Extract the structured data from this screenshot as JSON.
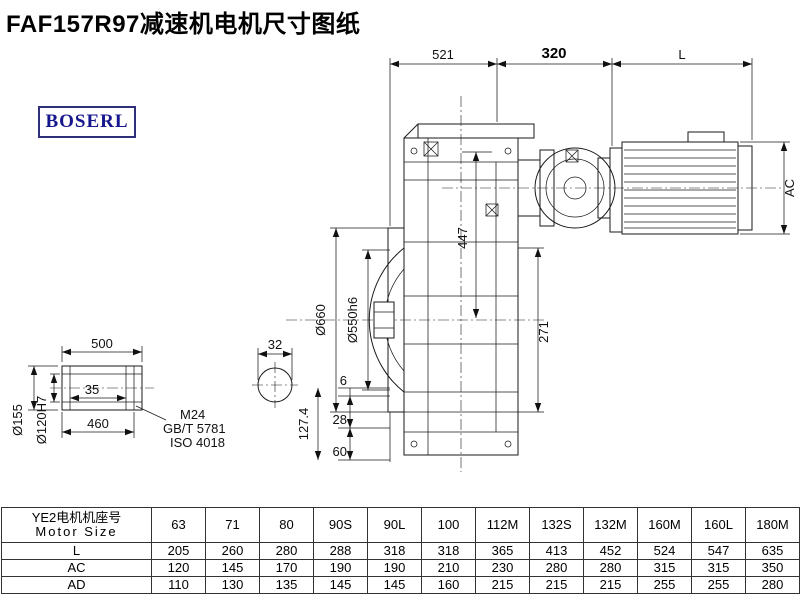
{
  "title": "FAF157R97减速机电机尺寸图纸",
  "logo": {
    "text": "BOSERL"
  },
  "drawing": {
    "dims": {
      "top_521": "521",
      "top_320": "320",
      "top_L": "L",
      "ac": "AC",
      "h447": "447",
      "h271": "271",
      "dia660": "Ø660",
      "dia550": "Ø550h6",
      "shaft_500": "500",
      "shaft_35": "35",
      "shaft_460": "460",
      "dia155": "Ø155",
      "dia120": "Ø120H7",
      "m24": "M24",
      "gbt": "GB/T 5781",
      "iso": "ISO 4018",
      "end_32": "32",
      "b6": "6",
      "b28": "28",
      "b60": "60",
      "b127": "127.4"
    }
  },
  "table": {
    "row_header_line1": "YE2电机机座号",
    "row_header_line2": "Motor Size",
    "sizes": [
      "63",
      "71",
      "80",
      "90S",
      "90L",
      "100",
      "112M",
      "132S",
      "132M",
      "160M",
      "160L",
      "180M"
    ],
    "rows": [
      {
        "label": "L",
        "values": [
          "205",
          "260",
          "280",
          "288",
          "318",
          "318",
          "365",
          "413",
          "452",
          "524",
          "547",
          "635"
        ]
      },
      {
        "label": "AC",
        "values": [
          "120",
          "145",
          "170",
          "190",
          "190",
          "210",
          "230",
          "280",
          "280",
          "315",
          "315",
          "350"
        ]
      },
      {
        "label": "AD",
        "values": [
          "110",
          "130",
          "135",
          "145",
          "145",
          "160",
          "215",
          "215",
          "215",
          "255",
          "255",
          "280"
        ]
      }
    ]
  }
}
